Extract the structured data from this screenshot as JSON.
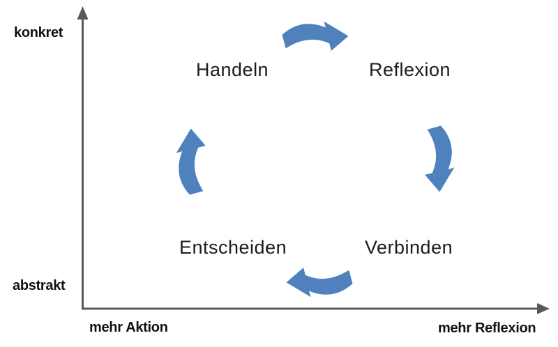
{
  "diagram": {
    "type": "cycle-diagram",
    "y_axis": {
      "top_label": "konkret",
      "bottom_label": "abstrakt"
    },
    "x_axis": {
      "left_label": "mehr Aktion",
      "right_label": "mehr Reflexion"
    },
    "cycle": {
      "stages": [
        {
          "id": "handeln",
          "label": "Handeln",
          "position": "top-left"
        },
        {
          "id": "reflexion",
          "label": "Reflexion",
          "position": "top-right"
        },
        {
          "id": "verbinden",
          "label": "Verbinden",
          "position": "bottom-right"
        },
        {
          "id": "entscheiden",
          "label": "Entscheiden",
          "position": "bottom-left"
        }
      ],
      "arrows": [
        {
          "from": "Handeln",
          "to": "Reflexion",
          "direction": "right",
          "edge": "top"
        },
        {
          "from": "Reflexion",
          "to": "Verbinden",
          "direction": "down",
          "edge": "right"
        },
        {
          "from": "Verbinden",
          "to": "Entscheiden",
          "direction": "left",
          "edge": "bottom"
        },
        {
          "from": "Entscheiden",
          "to": "Handeln",
          "direction": "up",
          "edge": "left"
        }
      ]
    },
    "icons": [
      "y-axis-arrowhead-icon",
      "x-axis-arrowhead-icon",
      "cycle-arrow-top-icon",
      "cycle-arrow-right-icon",
      "cycle-arrow-bottom-icon",
      "cycle-arrow-left-icon"
    ]
  },
  "colors": {
    "arrow_blue": "#4f81bd",
    "axis_gray": "#595959",
    "axis_label_black": "#111111",
    "stage_text_black": "#1c1c1c",
    "background_white": "#ffffff"
  }
}
